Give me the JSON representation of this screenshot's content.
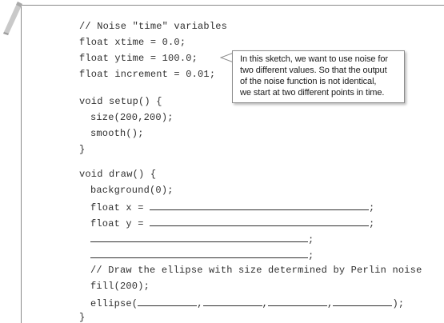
{
  "code": {
    "comment_noise_time": "// Noise \"time\" variables",
    "xtime_decl": "float xtime = 0.0;",
    "ytime_decl": "float ytime = 100.0;",
    "increment_decl": "float increment = 0.01;",
    "setup_open": "void setup() {",
    "size_call": "size(200,200);",
    "smooth_call": "smooth();",
    "setup_close": "}",
    "draw_open": "void draw() {",
    "background_call": "background(0);",
    "float_x_prefix": "float x = ",
    "float_y_prefix": "float y = ",
    "semicolon": ";",
    "comment_ellipse": "// Draw the ellipse with size determined by Perlin noise",
    "fill_call": "fill(200);",
    "ellipse_prefix": "ellipse(",
    "comma": ",",
    "ellipse_suffix": ");",
    "draw_close": "}"
  },
  "callout": {
    "lines": [
      "In this sketch, we want to use noise for",
      "two different values. So that the output",
      "of the noise function is not identical,",
      "we start at two different points in time."
    ]
  },
  "icons": {
    "pencil": "pencil-icon"
  },
  "colors": {
    "text": "#2f2f2f",
    "frame": "#8a8a8a",
    "pencil_gray": "#b5b5b5"
  }
}
